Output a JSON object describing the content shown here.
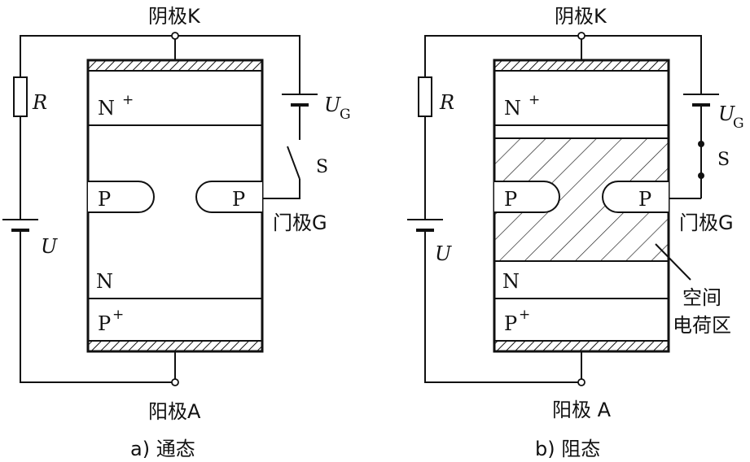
{
  "panel_a": {
    "cathode_label": "阴极K",
    "anode_label": "阳极A",
    "gate_label": "门极G",
    "resistor_label": "R",
    "source_label": "U",
    "gate_source_label": "U",
    "gate_source_subscript": "G",
    "switch_label": "S",
    "regions": {
      "n_plus": "N",
      "n_plus_sup": "+",
      "p_left": "P",
      "p_right": "P",
      "n": "N",
      "p_plus": "P",
      "p_plus_sup": "+"
    },
    "caption": "a) 通态",
    "switch_state": "open"
  },
  "panel_b": {
    "cathode_label": "阴极K",
    "anode_label": "阳极 A",
    "gate_label": "门极G",
    "resistor_label": "R",
    "source_label": "U",
    "gate_source_label": "U",
    "gate_source_subscript": "G",
    "switch_label": "S",
    "regions": {
      "n_plus": "N",
      "n_plus_sup": "+",
      "p_left": "P",
      "p_right": "P",
      "n": "N",
      "p_plus": "P",
      "p_plus_sup": "+"
    },
    "space_charge_label_line1": "空间",
    "space_charge_label_line2": "电荷区",
    "caption": "b) 阻态",
    "switch_state": "closed"
  }
}
